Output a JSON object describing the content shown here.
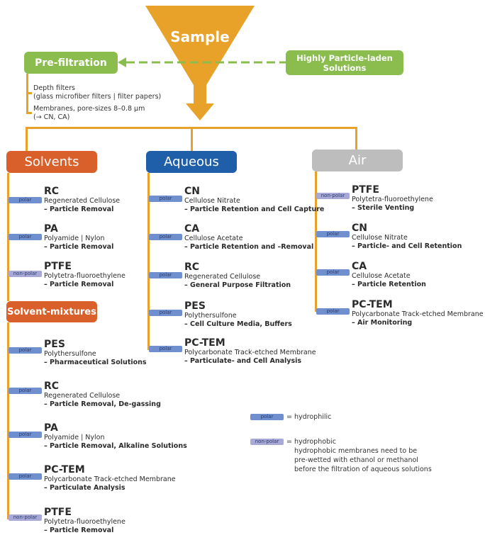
{
  "sample": "Sample",
  "prefiltration": "Pre-filtration",
  "highly_particle": [
    "Highly Particle-laden",
    "Solutions"
  ],
  "prefilt_notes": [
    "Depth filters",
    "(glass microfiber filters | filter papers)",
    "Membranes, pore-sizes 8–0.8 µm",
    "(→ CN, CA)"
  ],
  "categories": {
    "solvents": "Solvents",
    "aqueous": "Aqueous",
    "air": "Air",
    "solvent_mixtures": "Solvent-mixtures"
  },
  "solvents": [
    {
      "tag": "polar",
      "abbr": "RC",
      "full": "Regenerated Cellulose",
      "use": "– Particle Removal"
    },
    {
      "tag": "polar",
      "abbr": "PA",
      "full": "Polyamide | Nylon",
      "use": "– Particle Removal"
    },
    {
      "tag": "non-polar",
      "abbr": "PTFE",
      "full": "Polytetra-fluoroethylene",
      "use": "– Particle Removal"
    }
  ],
  "solvent_mixtures": [
    {
      "tag": "polar",
      "abbr": "PES",
      "full": "Polythersulfone",
      "use": "– Pharmaceutical Solutions"
    },
    {
      "tag": "polar",
      "abbr": "RC",
      "full": "Regenerated Cellulose",
      "use": "– Particle Removal, De-gassing"
    },
    {
      "tag": "polar",
      "abbr": "PA",
      "full": "Polyamide | Nylon",
      "use": "– Particle Removal, Alkaline Solutions"
    },
    {
      "tag": "polar",
      "abbr": "PC-TEM",
      "full": "Polycarbonate Track-etched Membrane",
      "use": "– Particulate Analysis"
    },
    {
      "tag": "non-polar",
      "abbr": "PTFE",
      "full": "Polytetra-fluoroethylene",
      "use": "– Particle Removal"
    }
  ],
  "aqueous": [
    {
      "tag": "polar",
      "abbr": "CN",
      "full": "Cellulose Nitrate",
      "use": "– Particle Retention and Cell Capture"
    },
    {
      "tag": "polar",
      "abbr": "CA",
      "full": "Cellulose Acetate",
      "use": "– Particle Retention and –Removal"
    },
    {
      "tag": "polar",
      "abbr": "RC",
      "full": "Regenerated Cellulose",
      "use": "– General Purpose Filtration"
    },
    {
      "tag": "polar",
      "abbr": "PES",
      "full": "Polythersulfone",
      "use": "– Cell Culture Media, Buffers"
    },
    {
      "tag": "polar",
      "abbr": "PC-TEM",
      "full": "Polycarbonate Track-etched Membrane",
      "use": "– Particulate- and Cell Analysis"
    }
  ],
  "air": [
    {
      "tag": "non-polar",
      "abbr": "PTFE",
      "full": "Polytetra-fluoroethylene",
      "use": "– Sterile Venting"
    },
    {
      "tag": "polar",
      "abbr": "CN",
      "full": "Cellulose Nitrate",
      "use": "– Particle- and Cell Retention"
    },
    {
      "tag": "polar",
      "abbr": "CA",
      "full": "Cellulose Acetate",
      "use": "– Particle Retention"
    },
    {
      "tag": "polar",
      "abbr": "PC-TEM",
      "full": "Polycarbonate Track-etched Membrane",
      "use": "– Air Monitoring"
    }
  ],
  "legend": {
    "polar_tag": "polar",
    "polar_desc": "= hydrophilic",
    "nonpolar_tag": "non-polar",
    "nonpolar_desc": "= hydrophobic",
    "nonpolar_note": [
      "hydrophobic membranes need to be",
      "pre-wetted with ethanol or methanol",
      "before the filtration of aqueous solutions"
    ]
  },
  "colors": {
    "orange": "#e8a22a",
    "green": "#8bbd4e",
    "solvent_red": "#d9602b",
    "aqueous_blue": "#1f5ea8",
    "air_gray": "#bdbdbd",
    "polar_tag": "#6f8fcf",
    "nonpolar_tag": "#a9a9d7"
  }
}
